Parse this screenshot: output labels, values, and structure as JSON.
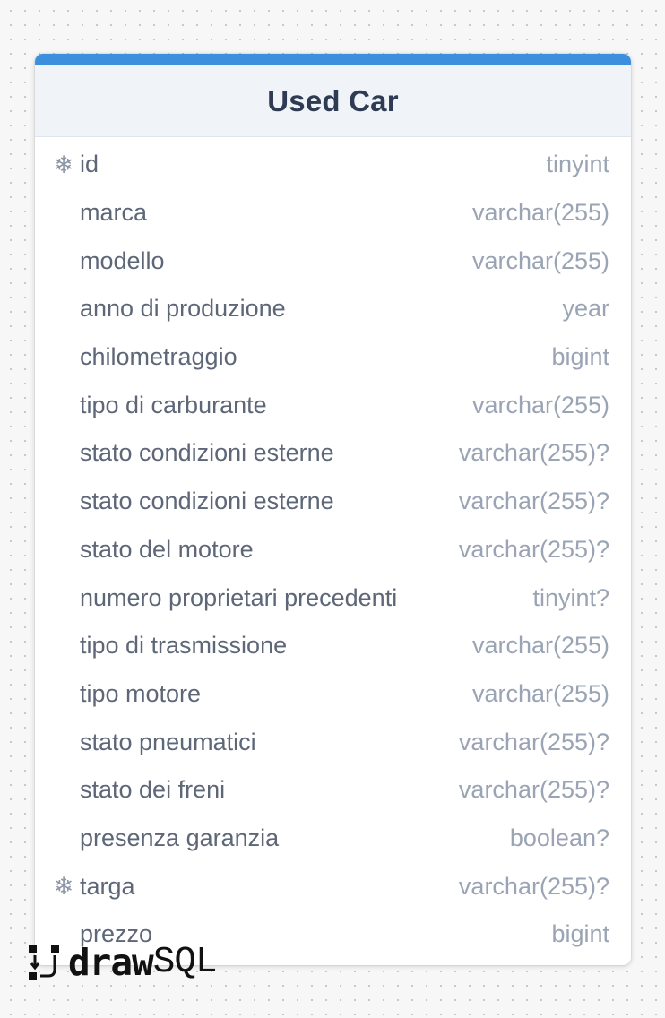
{
  "table": {
    "title": "Used Car",
    "columns": [
      {
        "name": "id",
        "type": "tinyint",
        "key": true
      },
      {
        "name": "marca",
        "type": "varchar(255)",
        "key": false
      },
      {
        "name": "modello",
        "type": "varchar(255)",
        "key": false
      },
      {
        "name": "anno di produzione",
        "type": "year",
        "key": false
      },
      {
        "name": "chilometraggio",
        "type": "bigint",
        "key": false
      },
      {
        "name": "tipo di carburante",
        "type": "varchar(255)",
        "key": false
      },
      {
        "name": "stato condizioni esterne",
        "type": "varchar(255)?",
        "key": false
      },
      {
        "name": "stato condizioni esterne",
        "type": "varchar(255)?",
        "key": false
      },
      {
        "name": "stato del motore",
        "type": "varchar(255)?",
        "key": false
      },
      {
        "name": "numero proprietari precedenti",
        "type": "tinyint?",
        "key": false
      },
      {
        "name": "tipo di trasmissione",
        "type": "varchar(255)",
        "key": false
      },
      {
        "name": "tipo motore",
        "type": "varchar(255)",
        "key": false
      },
      {
        "name": "stato pneumatici",
        "type": "varchar(255)?",
        "key": false
      },
      {
        "name": "stato dei freni",
        "type": "varchar(255)?",
        "key": false
      },
      {
        "name": "presenza garanzia",
        "type": "boolean?",
        "key": false
      },
      {
        "name": "targa",
        "type": "varchar(255)?",
        "key": true
      },
      {
        "name": "prezzo",
        "type": "bigint",
        "key": false
      }
    ]
  },
  "icons": {
    "key_icon": "snowflake-icon",
    "logo_icon": "drawsql-logo-icon"
  },
  "logo": {
    "part1": "draw",
    "part2": "SQL"
  },
  "colors": {
    "accent": "#3b8fdd",
    "header_bg": "#f0f4f9",
    "title": "#2e3b52",
    "column_name": "#5d6778",
    "column_type": "#9aa4b4"
  }
}
